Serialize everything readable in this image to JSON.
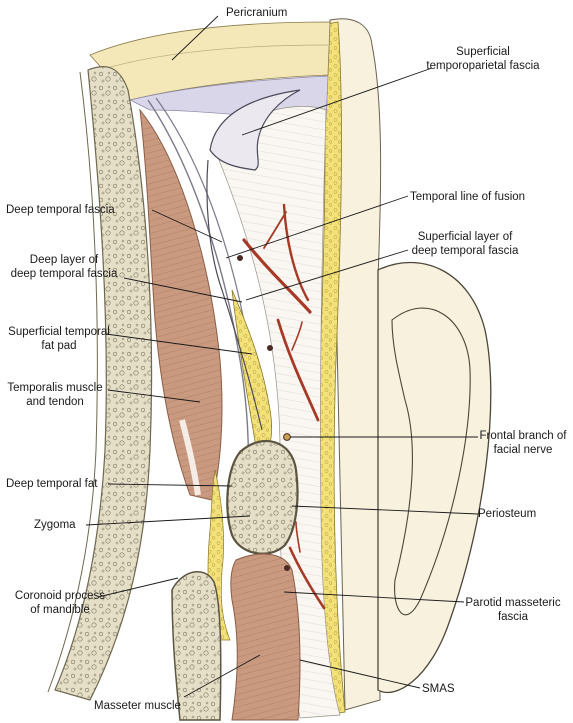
{
  "labels": {
    "pericranium": "Pericranium",
    "superficial_tp_fascia_1": "Superficial",
    "superficial_tp_fascia_2": "temporoparietal fascia",
    "temporal_line_of_fusion": "Temporal line of fusion",
    "deep_temporal_fascia": "Deep temporal fascia",
    "superficial_layer_1": "Superficial layer of",
    "superficial_layer_2": "deep temporal fascia",
    "deep_layer_1": "Deep layer of",
    "deep_layer_2": "deep temporal fascia",
    "sup_temporal_fat_pad_1": "Superficial temporal",
    "sup_temporal_fat_pad_2": "fat pad",
    "temporalis_1": "Temporalis muscle",
    "temporalis_2": "and tendon",
    "frontal_branch_1": "Frontal branch of",
    "frontal_branch_2": "facial nerve",
    "deep_temporal_fat": "Deep temporal fat",
    "periosteum": "Periosteum",
    "zygoma": "Zygoma",
    "coronoid_1": "Coronoid process",
    "coronoid_2": "of mandible",
    "parotid_1": "Parotid masseteric",
    "parotid_2": "fascia",
    "masseter": "Masseter muscle",
    "smas": "SMAS"
  },
  "colors": {
    "bone_fill": "#e4dcc4",
    "bone_edge": "#8a8468",
    "fat_yellow": "#f3e27a",
    "muscle": "#c99a80",
    "vessel": "#a63a26",
    "skin": "#f7f1de",
    "fascia_lavender": "#d9d6ea"
  }
}
